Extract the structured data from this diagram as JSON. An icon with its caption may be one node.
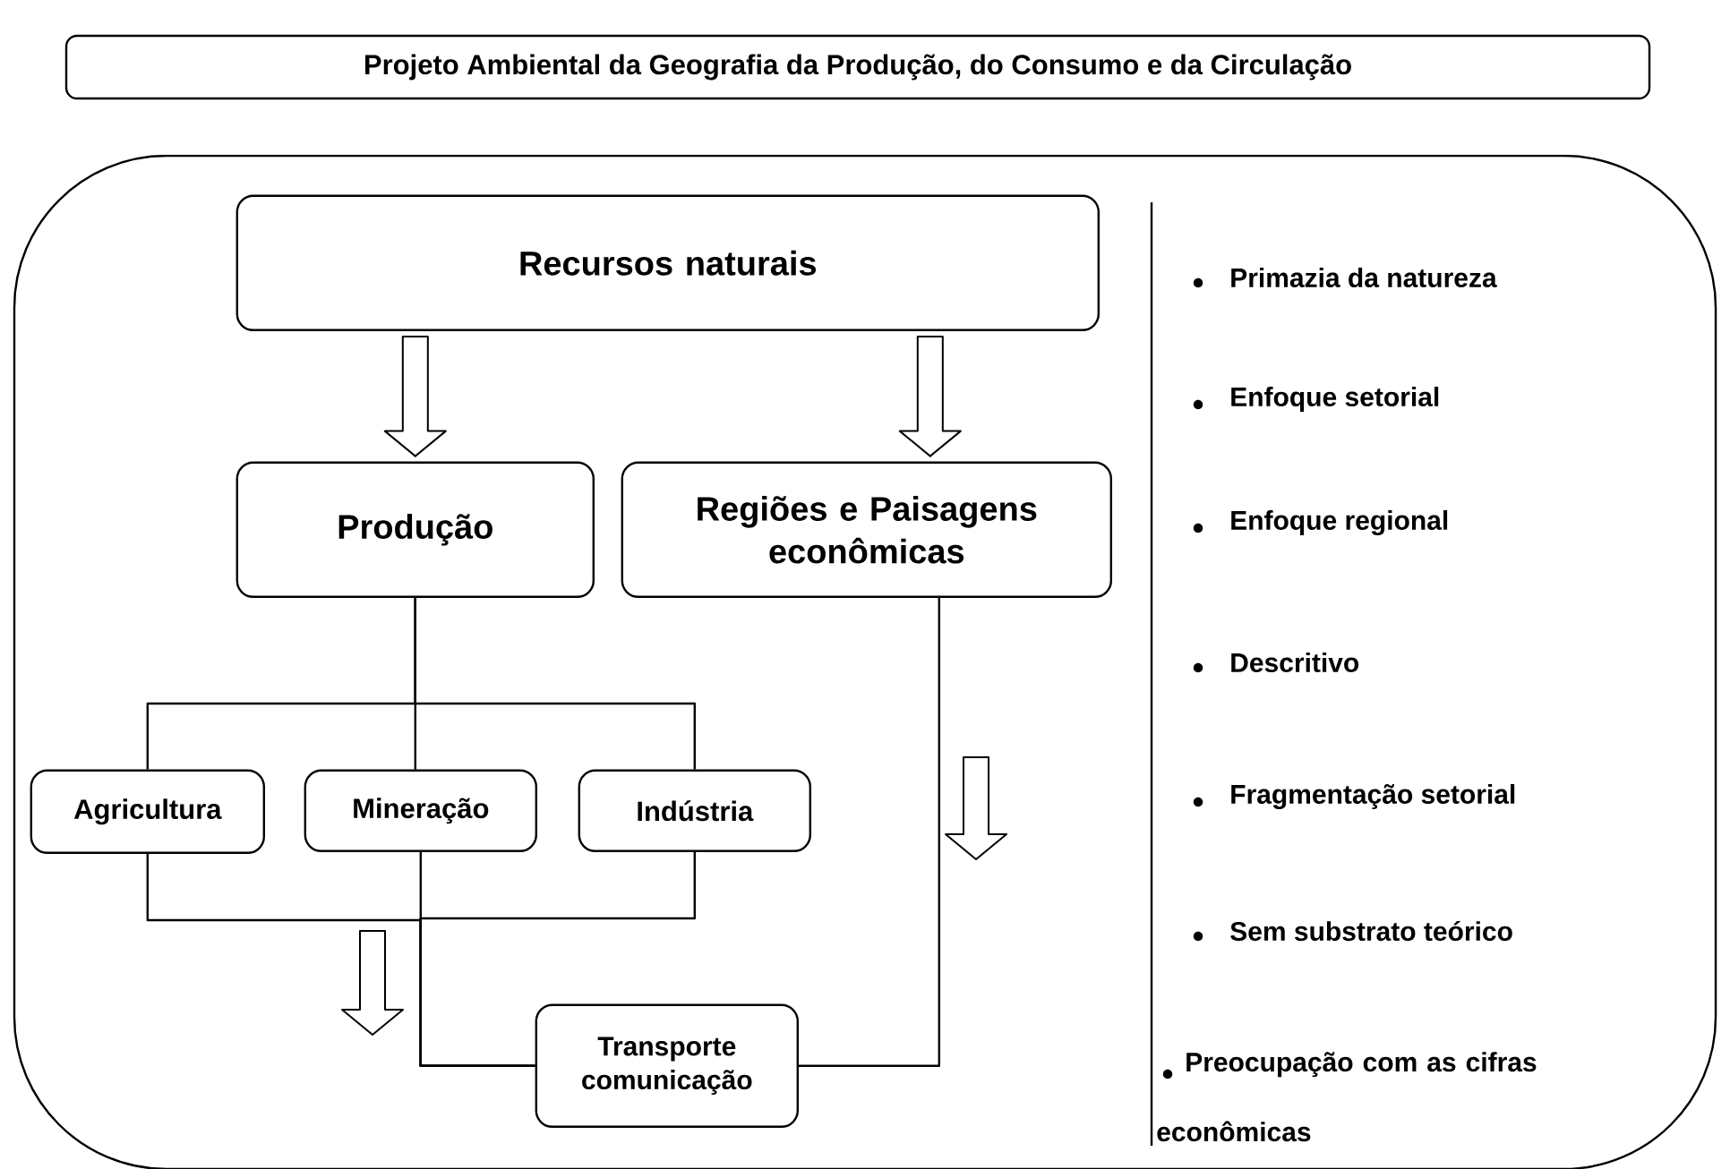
{
  "diagram": {
    "title": "Projeto Ambiental da  Geografia da Produção, do Consumo e da Circulação",
    "nodes": [
      {
        "text": [],
        "shape": "box"
      },
      {
        "text": [
          "Recursos naturais"
        ],
        "in": 0
      },
      {
        "text": [
          "Produção"
        ],
        "in": 0
      },
      {
        "text": [
          "Regiões e Paisagens econômicas"
        ],
        "in": 0
      },
      {
        "text": [
          "Agricultura"
        ],
        "in": 0
      },
      {
        "text": [
          "Mineração"
        ],
        "in": 0
      },
      {
        "text": [
          "Indústria"
        ],
        "in": 0
      },
      {
        "text": [
          "Transporte comunicação"
        ],
        "in": 0
      }
    ],
    "edges": [
      {
        "from": 1,
        "to": 2,
        "arrow": "to"
      },
      {
        "from": 1,
        "to": 3,
        "arrow": "to"
      },
      {
        "from": 2,
        "to": 4,
        "arrow": "none"
      },
      {
        "from": 2,
        "to": 5,
        "arrow": "none"
      },
      {
        "from": 2,
        "to": 6,
        "arrow": "none"
      },
      {
        "from": 4,
        "to": 7,
        "arrow": "none"
      },
      {
        "from": 5,
        "to": 7,
        "arrow": "none"
      },
      {
        "from": 6,
        "to": 7,
        "arrow": "none"
      },
      {
        "from": 3,
        "to": 7,
        "arrow": "none"
      }
    ],
    "labels": [
      "Primazia da natureza",
      "Enfoque setorial",
      "Enfoque regional",
      "Descritivo",
      "Fragmentação setorial",
      "Sem substrato teórico",
      "Preocupação com as cifras econômicas"
    ]
  }
}
